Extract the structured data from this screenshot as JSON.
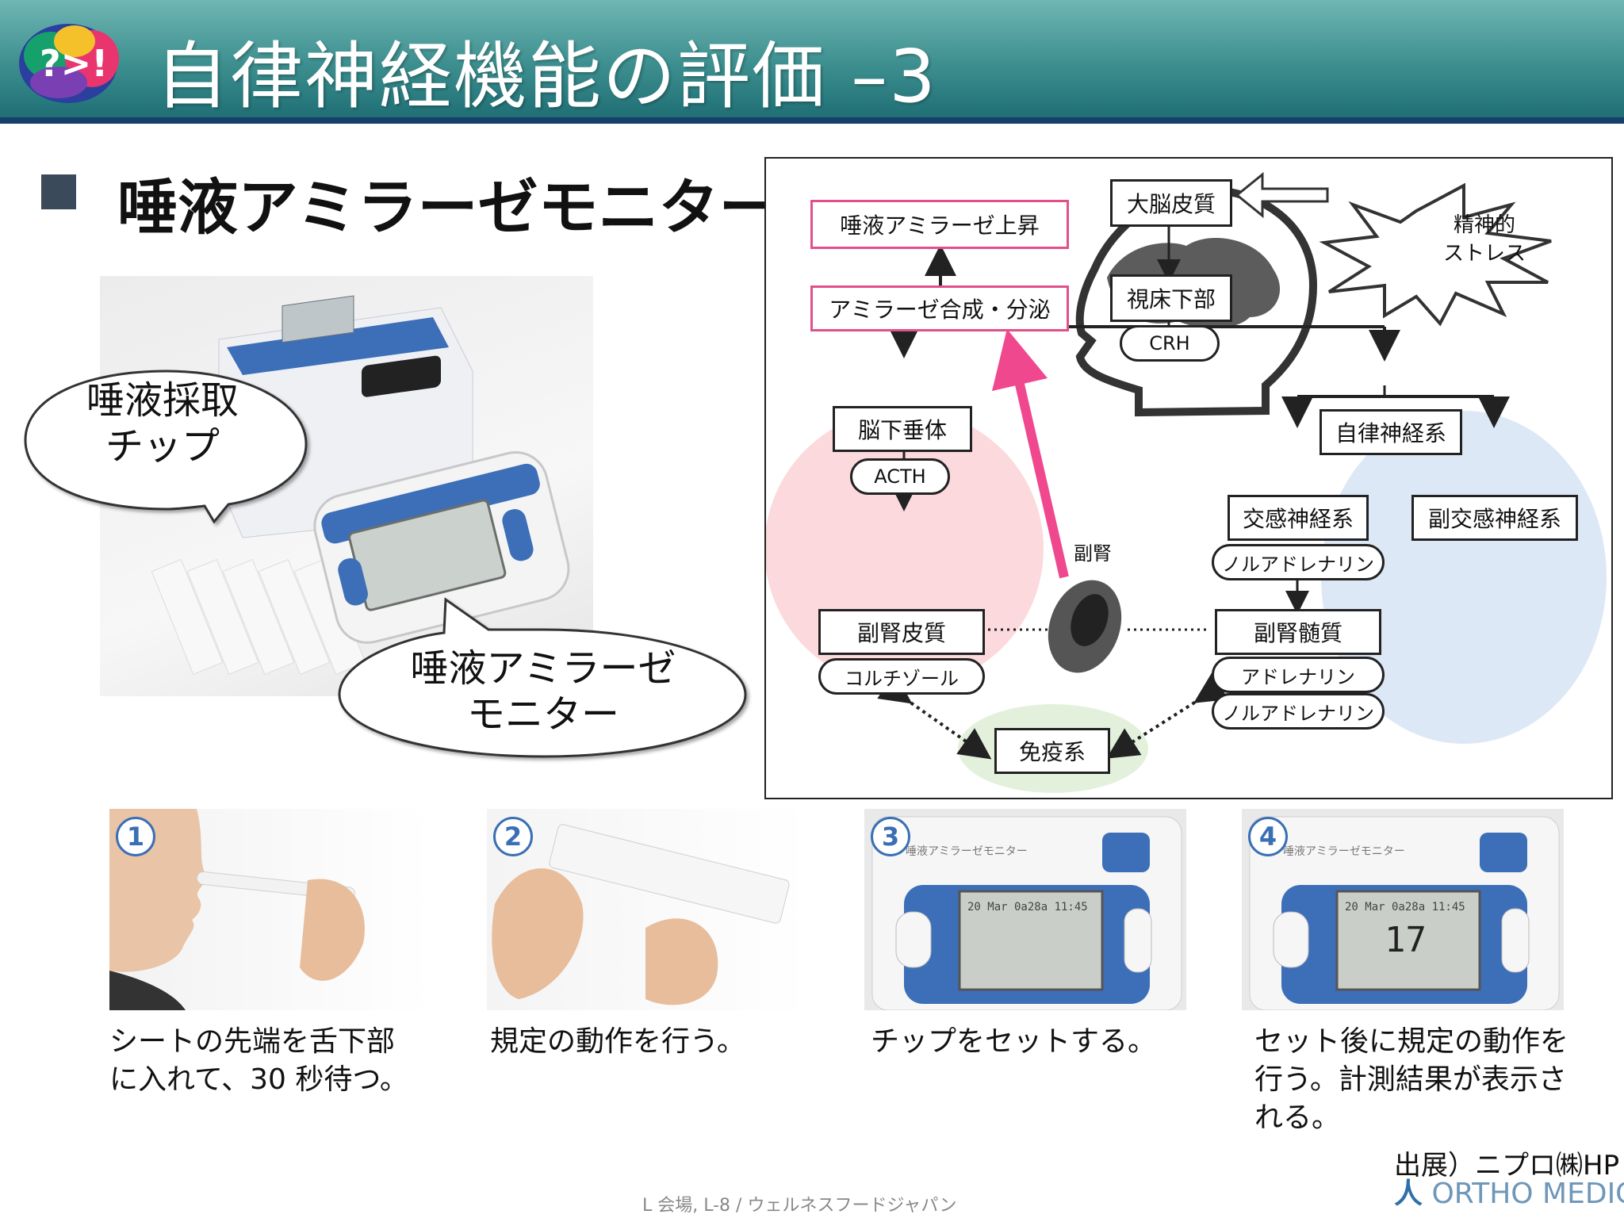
{
  "header": {
    "title": "自律神経機能の評価 –3",
    "logo_text": "?>!"
  },
  "subtitle": "唾液アミラーゼモニター",
  "photo": {
    "bubble_chip_line1": "唾液採取",
    "bubble_chip_line2": "チップ",
    "bubble_monitor_line1": "唾液アミラーゼ",
    "bubble_monitor_line2": "モニター"
  },
  "diagram": {
    "stress_line1": "精神的",
    "stress_line2": "ストレス",
    "cortex": "大脳皮質",
    "hypothalamus": "視床下部",
    "crh": "CRH",
    "amylase_up": "唾液アミラーゼ上昇",
    "amylase_secretion": "アミラーゼ合成・分泌",
    "pituitary": "脳下垂体",
    "acth": "ACTH",
    "adrenal_label": "副腎",
    "adrenal_cortex": "副腎皮質",
    "cortisol": "コルチゾール",
    "autonomic": "自律神経系",
    "sympathetic": "交感神経系",
    "parasympathetic": "副交感神経系",
    "noradrenaline1": "ノルアドレナリン",
    "adrenal_medulla": "副腎髄質",
    "adrenaline": "アドレナリン",
    "noradrenaline2": "ノルアドレナリン",
    "immune": "免疫系",
    "colors": {
      "pink_region": "#fbd9dc",
      "blue_region": "#dde8f6",
      "green_region": "#e3f1dc",
      "arrow_pink": "#f0488f"
    }
  },
  "steps": [
    {
      "num": "1",
      "caption_line1": "シートの先端を舌下部",
      "caption_line2": "に入れて、30 秒待つ。",
      "caption_line3": ""
    },
    {
      "num": "2",
      "caption_line1": "規定の動作を行う。",
      "caption_line2": "",
      "caption_line3": ""
    },
    {
      "num": "3",
      "caption_line1": "チップをセットする。",
      "caption_line2": "",
      "caption_line3": "",
      "device_label": "唾液アミラーゼモニター",
      "lcd": "20 Mar 0a28a 11:45"
    },
    {
      "num": "4",
      "caption_line1": "セット後に規定の動作を",
      "caption_line2": "行う。計測結果が表示さ",
      "caption_line3": "れる。",
      "device_label": "唾液アミラーゼモニター",
      "lcd": "20 Mar 0a28a 11:45",
      "reading": "17"
    }
  ],
  "source": "出展）ニプロ㈱HP",
  "brand": "ORTHO MEDICO",
  "footer": "L 会場, L-8 / ウェルネスフードジャパン"
}
